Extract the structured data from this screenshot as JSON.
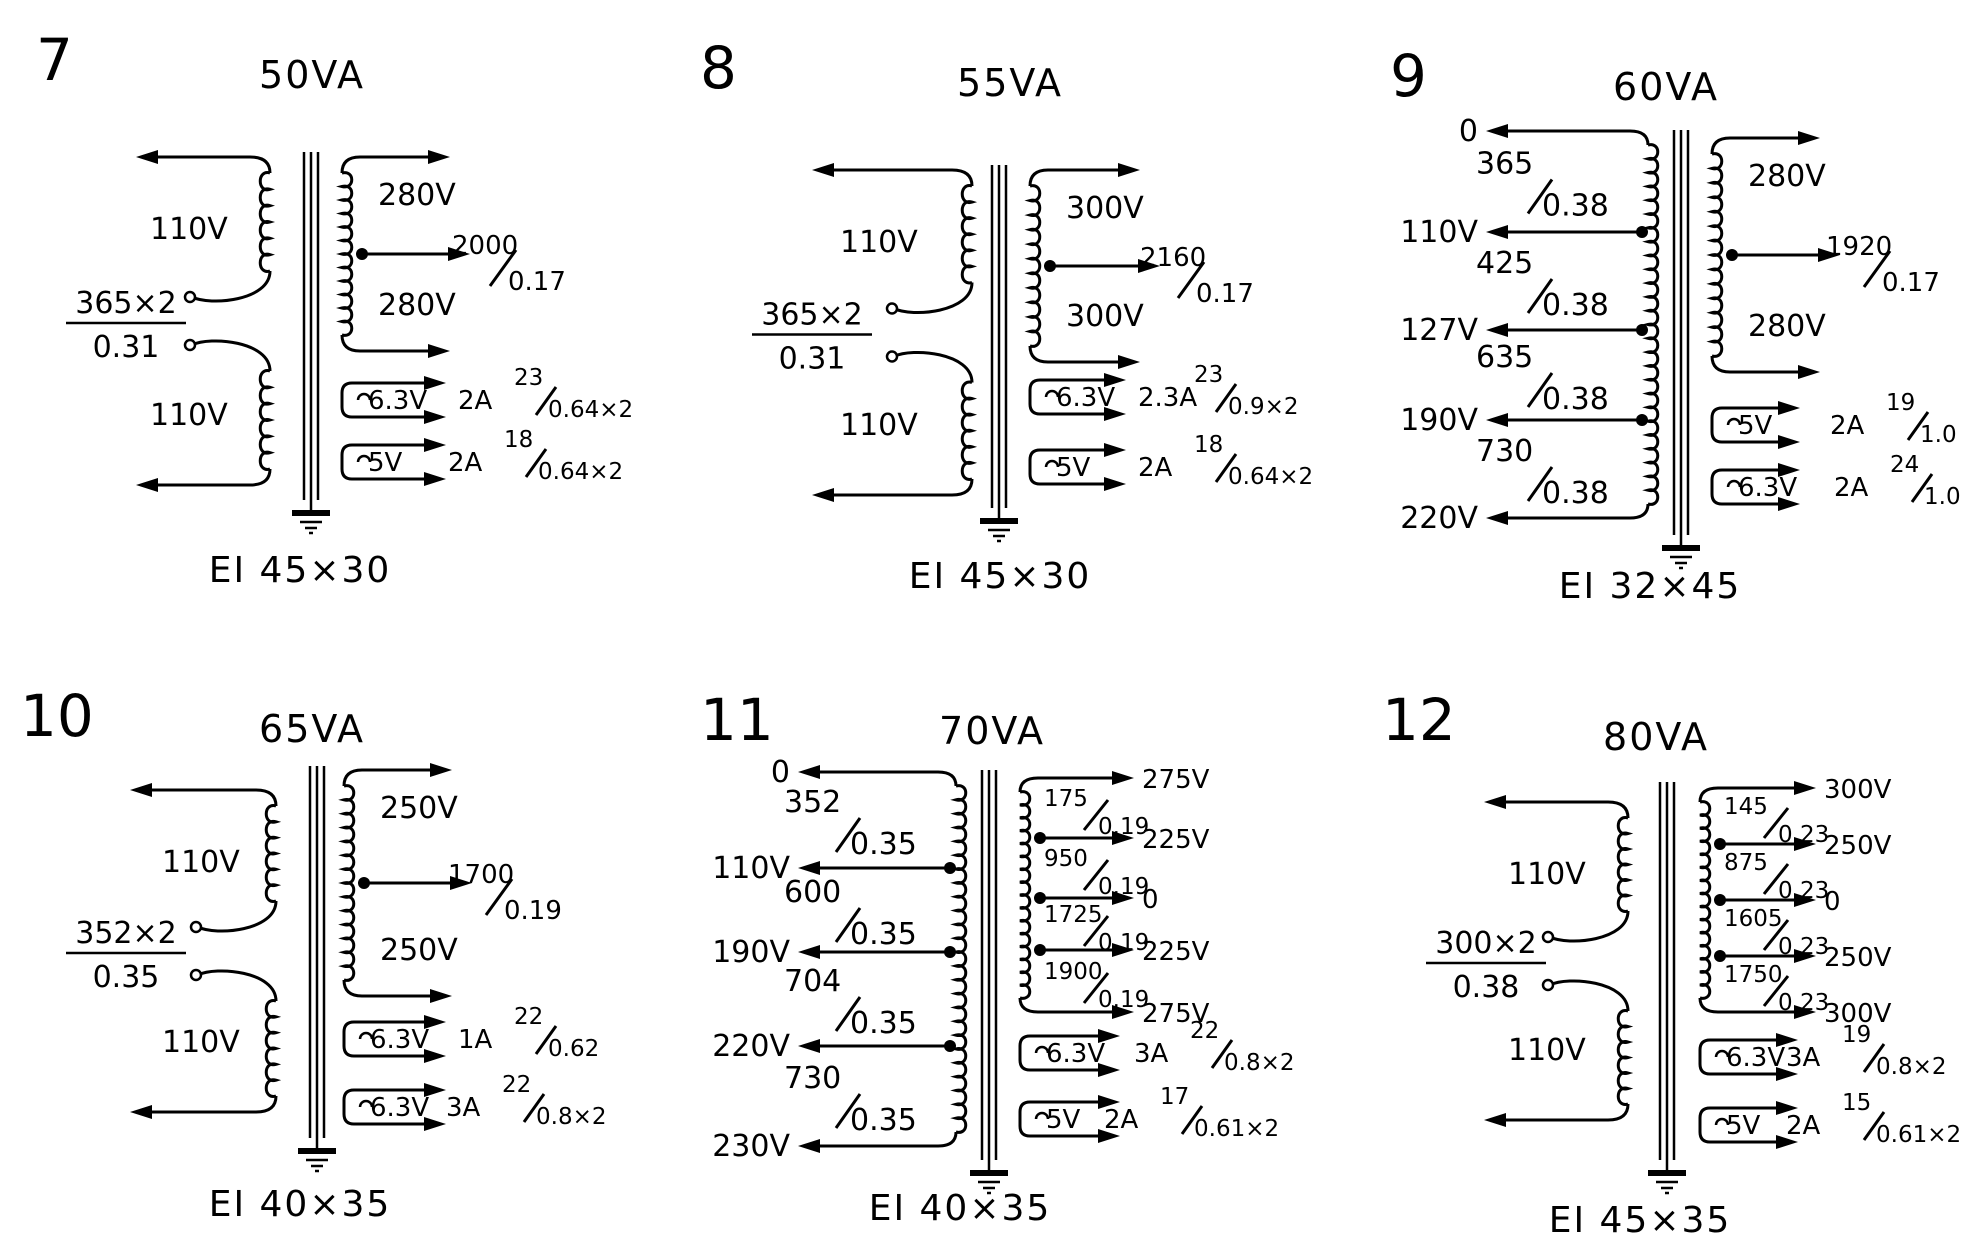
{
  "transformers": [
    {
      "number": "7",
      "rating": "50VA",
      "core": "EI  45×30",
      "primary": {
        "upper": "110V",
        "lower": "110V",
        "turns_num": "365×2",
        "turns_den": "0.31"
      },
      "secondary": {
        "upper": "280V",
        "lower": "280V",
        "tap_num": "2000",
        "tap_den": "0.17"
      },
      "heaters": [
        {
          "v": "6.3V",
          "a": "2A",
          "num": "23",
          "den": "0.64×2"
        },
        {
          "v": "5V",
          "a": "2A",
          "num": "18",
          "den": "0.64×2"
        }
      ]
    },
    {
      "number": "8",
      "rating": "55VA",
      "core": "EI  45×30",
      "primary": {
        "upper": "110V",
        "lower": "110V",
        "turns_num": "365×2",
        "turns_den": "0.31"
      },
      "secondary": {
        "upper": "300V",
        "lower": "300V",
        "tap_num": "2160",
        "tap_den": "0.17"
      },
      "heaters": [
        {
          "v": "6.3V",
          "a": "2.3A",
          "num": "23",
          "den": "0.9×2"
        },
        {
          "v": "5V",
          "a": "2A",
          "num": "18",
          "den": "0.64×2"
        }
      ]
    },
    {
      "number": "9",
      "rating": "60VA",
      "core": "EI  32×45",
      "primary_taps": [
        {
          "label": "0"
        },
        {
          "label": "110V",
          "num": "365",
          "den": "0.38"
        },
        {
          "label": "127V",
          "num": "425",
          "den": "0.38"
        },
        {
          "label": "190V",
          "num": "635",
          "den": "0.38"
        },
        {
          "label": "220V",
          "num": "730",
          "den": "0.38"
        }
      ],
      "secondary": {
        "upper": "280V",
        "lower": "280V",
        "tap_num": "1920",
        "tap_den": "0.17"
      },
      "heaters": [
        {
          "v": "5V",
          "a": "2A",
          "num": "19",
          "den": "1.0"
        },
        {
          "v": "6.3V",
          "a": "2A",
          "num": "24",
          "den": "1.0"
        }
      ]
    },
    {
      "number": "10",
      "rating": "65VA",
      "core": "EI  40×35",
      "primary": {
        "upper": "110V",
        "lower": "110V",
        "turns_num": "352×2",
        "turns_den": "0.35"
      },
      "secondary": {
        "upper": "250V",
        "lower": "250V",
        "tap_num": "1700",
        "tap_den": "0.19"
      },
      "heaters": [
        {
          "v": "6.3V",
          "a": "1A",
          "num": "22",
          "den": "0.62"
        },
        {
          "v": "6.3V",
          "a": "3A",
          "num": "22",
          "den": "0.8×2"
        }
      ]
    },
    {
      "number": "11",
      "rating": "70VA",
      "core": "EI  40×35",
      "primary_taps": [
        {
          "label": "0"
        },
        {
          "label": "110V",
          "num": "352",
          "den": "0.35"
        },
        {
          "label": "190V",
          "num": "600",
          "den": "0.35"
        },
        {
          "label": "220V",
          "num": "704",
          "den": "0.35"
        },
        {
          "label": "230V",
          "num": "730",
          "den": "0.35"
        }
      ],
      "secondary_taps": [
        {
          "label": "275V"
        },
        {
          "label": "225V",
          "num": "175",
          "den": "0.19"
        },
        {
          "label": "0",
          "num": "950",
          "den": "0.19"
        },
        {
          "label": "225V",
          "num": "1725",
          "den": "0.19"
        },
        {
          "label": "275V",
          "num": "1900",
          "den": "0.19"
        }
      ],
      "heaters": [
        {
          "v": "6.3V",
          "a": "3A",
          "num": "22",
          "den": "0.8×2"
        },
        {
          "v": "5V",
          "a": "2A",
          "num": "17",
          "den": "0.61×2"
        }
      ]
    },
    {
      "number": "12",
      "rating": "80VA",
      "core": "EI  45×35",
      "primary": {
        "upper": "110V",
        "lower": "110V",
        "turns_num": "300×2",
        "turns_den": "0.38"
      },
      "secondary_taps": [
        {
          "label": "300V"
        },
        {
          "label": "250V",
          "num": "145",
          "den": "0.23"
        },
        {
          "label": "0",
          "num": "875",
          "den": "0.23"
        },
        {
          "label": "250V",
          "num": "1605",
          "den": "0.23"
        },
        {
          "label": "300V",
          "num": "1750",
          "den": "0.23"
        }
      ],
      "heaters": [
        {
          "v": "6.3V",
          "a": "3A",
          "num": "19",
          "den": "0.8×2"
        },
        {
          "v": "5V",
          "a": "2A",
          "num": "15",
          "den": "0.61×2"
        }
      ]
    }
  ]
}
